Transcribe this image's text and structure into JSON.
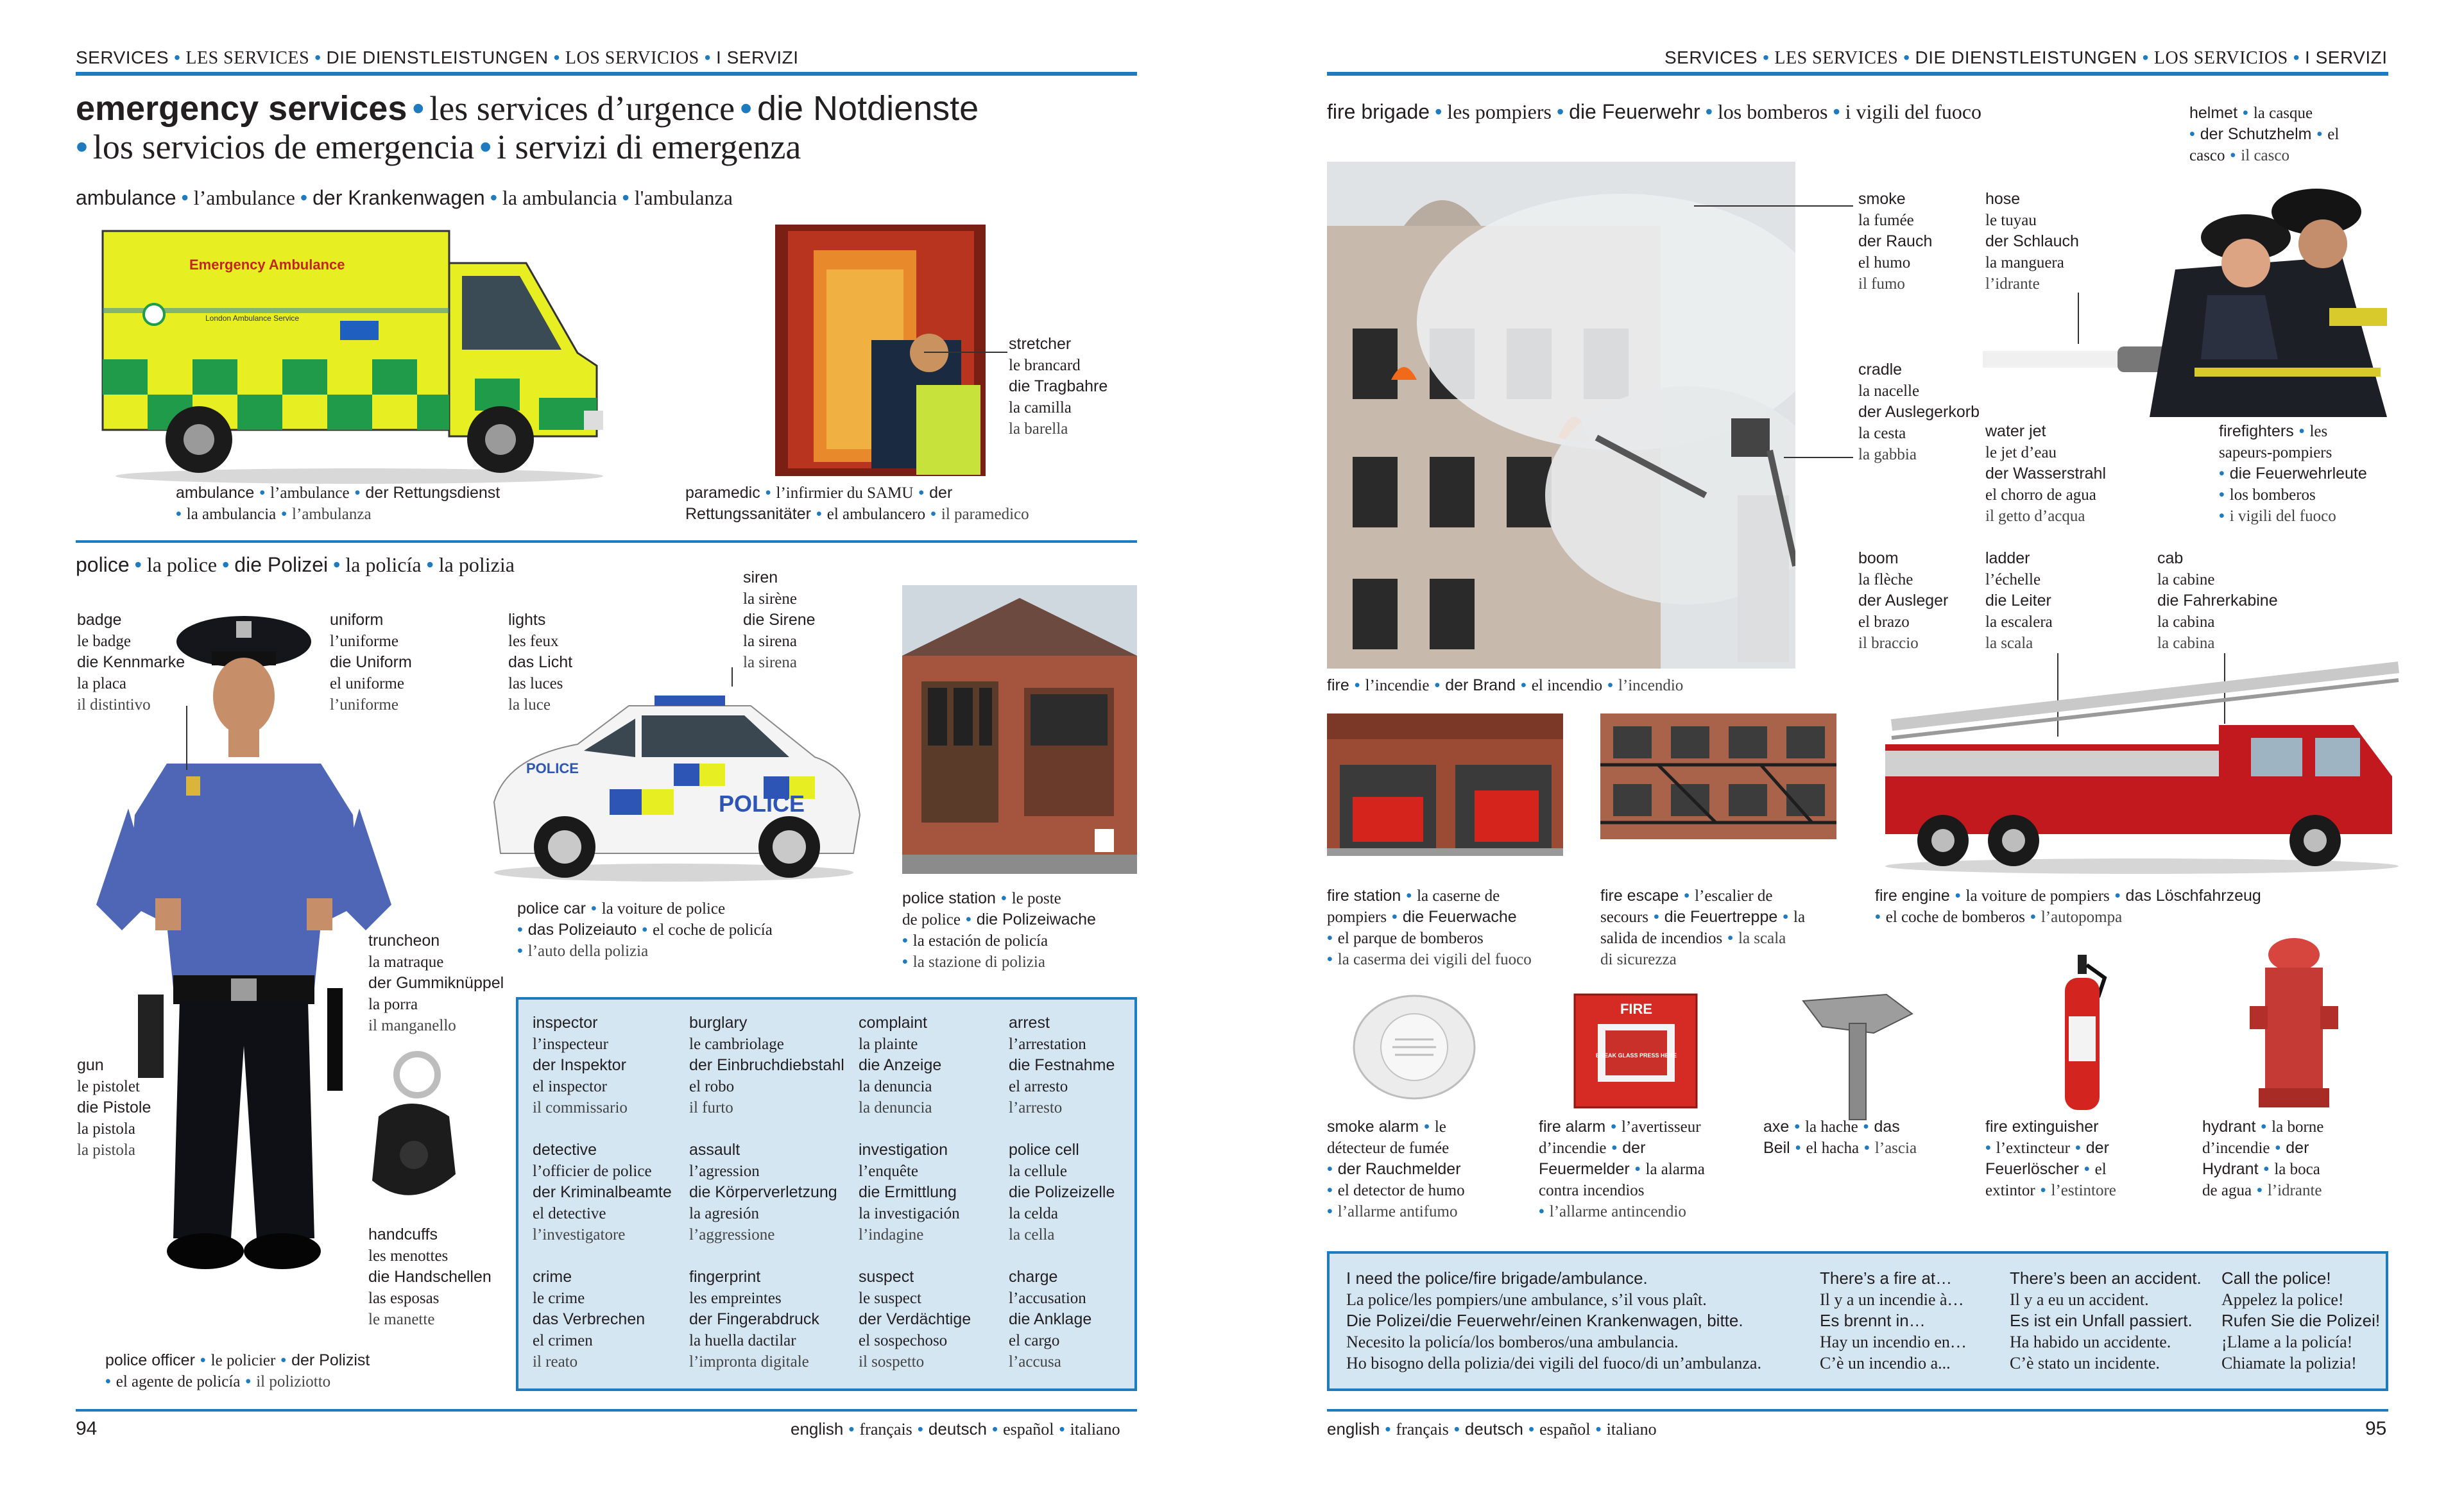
{
  "left_page": {
    "running_head": [
      "SERVICES",
      "LES SERVICES",
      "DIE DIENSTLEISTUNGEN",
      "LOS SERVICIOS",
      "I SERVIZI"
    ],
    "title_line1": [
      "emergency services",
      "les services d’urgence",
      "die Notdienste"
    ],
    "title_line2": [
      "los servicios de emergencia",
      "i servizi di emergenza"
    ],
    "ambulance_heading": [
      "ambulance",
      "l’ambulance",
      "der Krankenwagen",
      "la ambulancia",
      "l'ambulanza"
    ],
    "ambulance_sign": "Emergency Ambulance",
    "ambulance_service": "London Ambulance Service",
    "ambulance_caption_1": [
      "ambulance",
      "l’ambulance",
      "der Rettungsdienst"
    ],
    "ambulance_caption_2": [
      "la ambulancia",
      "l’ambulanza"
    ],
    "stretcher": [
      "stretcher",
      "le brancard",
      "die Tragbahre",
      "la camilla",
      "la barella"
    ],
    "paramedic_1": [
      "paramedic",
      "l’infirmier du SAMU",
      "der"
    ],
    "paramedic_2": [
      "Rettungssanitäter",
      "el ambulancero",
      "il paramedico"
    ],
    "police_heading": [
      "police",
      "la police",
      "die Polizei",
      "la policía",
      "la polizia"
    ],
    "badge": [
      "badge",
      "le badge",
      "die Kennmarke",
      "la placa",
      "il distintivo"
    ],
    "uniform": [
      "uniform",
      "l’uniforme",
      "die Uniform",
      "el uniforme",
      "l’uniforme"
    ],
    "lights": [
      "lights",
      "les feux",
      "das Licht",
      "las luces",
      "la luce"
    ],
    "siren": [
      "siren",
      "la sirène",
      "die Sirene",
      "la sirena",
      "la sirena"
    ],
    "truncheon": [
      "truncheon",
      "la matraque",
      "der Gummiknüppel",
      "la porra",
      "il manganello"
    ],
    "gun": [
      "gun",
      "le pistolet",
      "die Pistole",
      "la pistola",
      "la pistola"
    ],
    "handcuffs": [
      "handcuffs",
      "les menottes",
      "die Handschellen",
      "las esposas",
      "le manette"
    ],
    "police_car_caption_1": [
      "police car",
      "la voiture de police"
    ],
    "police_car_caption_2": [
      "das Polizeiauto",
      "el coche de policía"
    ],
    "police_car_caption_3": [
      "l’auto della polizia"
    ],
    "police_car_text": "POLICE",
    "police_station_caption_1": [
      "police station",
      "le poste"
    ],
    "police_station_caption_2": [
      "de police",
      "die Polizeiwache"
    ],
    "police_station_caption_3": [
      "la estación de policía"
    ],
    "police_station_caption_4": [
      "la stazione di polizia"
    ],
    "police_officer_caption_1": [
      "police officer",
      "le policier",
      "der Polizist"
    ],
    "police_officer_caption_2": [
      "el agente de policía",
      "il poliziotto"
    ],
    "vocab_box": [
      [
        "inspector",
        "l’inspecteur",
        "der Inspektor",
        "el inspector",
        "il commissario"
      ],
      [
        "burglary",
        "le cambriolage",
        "der Einbruchdiebstahl",
        "el robo",
        "il furto"
      ],
      [
        "complaint",
        "la plainte",
        "die Anzeige",
        "la denuncia",
        "la denuncia"
      ],
      [
        "arrest",
        "l’arrestation",
        "die Festnahme",
        "el arresto",
        "l’arresto"
      ],
      [
        "detective",
        "l’officier de police",
        "der Kriminalbeamte",
        "el detective",
        "l’investigatore"
      ],
      [
        "assault",
        "l’agression",
        "die Körperverletzung",
        "la agresión",
        "l’aggressione"
      ],
      [
        "investigation",
        "l’enquête",
        "die Ermittlung",
        "la investigación",
        "l’indagine"
      ],
      [
        "police cell",
        "la cellule",
        "die Polizeizelle",
        "la celda",
        "la cella"
      ],
      [
        "crime",
        "le crime",
        "das Verbrechen",
        "el crimen",
        "il reato"
      ],
      [
        "fingerprint",
        "les empreintes",
        "der Fingerabdruck",
        "la huella dactilar",
        "l’impronta digitale"
      ],
      [
        "suspect",
        "le suspect",
        "der Verdächtige",
        "el sospechoso",
        "il sospetto"
      ],
      [
        "charge",
        "l’accusation",
        "die Anklage",
        "el cargo",
        "l’accusa"
      ]
    ],
    "page_number": "94",
    "languages": [
      "english",
      "français",
      "deutsch",
      "español",
      "italiano"
    ]
  },
  "right_page": {
    "running_head": [
      "SERVICES",
      "LES SERVICES",
      "DIE DIENSTLEISTUNGEN",
      "LOS SERVICIOS",
      "I SERVIZI"
    ],
    "fire_brigade_heading": [
      "fire brigade",
      "les pompiers",
      "die Feuerwehr",
      "los bomberos",
      "i vigili del fuoco"
    ],
    "smoke": [
      "smoke",
      "la fumée",
      "der Rauch",
      "el humo",
      "il fumo"
    ],
    "hose": [
      "hose",
      "le tuyau",
      "der Schlauch",
      "la manguera",
      "l’idrante"
    ],
    "helmet_1": [
      "helmet",
      "la casque"
    ],
    "helmet_2": [
      "der Schutzhelm",
      "el"
    ],
    "helmet_3": [
      "casco",
      "il casco"
    ],
    "cradle": [
      "cradle",
      "la nacelle",
      "der Auslegerkorb",
      "la cesta",
      "la gabbia"
    ],
    "water_jet": [
      "water jet",
      "le jet d’eau",
      "der Wasserstrahl",
      "el chorro de agua",
      "il getto d’acqua"
    ],
    "firefighters_1": [
      "firefighters",
      "les"
    ],
    "firefighters_2": [
      "sapeurs-pompiers"
    ],
    "firefighters_3": [
      "die Feuerwehrleute"
    ],
    "firefighters_4": [
      "los bomberos"
    ],
    "firefighters_5": [
      "i vigili del fuoco"
    ],
    "boom": [
      "boom",
      "la flèche",
      "der Ausleger",
      "el brazo",
      "il braccio"
    ],
    "ladder": [
      "ladder",
      "l’échelle",
      "die Leiter",
      "la escalera",
      "la scala"
    ],
    "cab": [
      "cab",
      "la cabine",
      "die Fahrerkabine",
      "la cabina",
      "la cabina"
    ],
    "fire_caption": [
      "fire",
      "l’incendie",
      "der Brand",
      "el incendio",
      "l’incendio"
    ],
    "fire_station_1": [
      "fire station",
      "la caserne de"
    ],
    "fire_station_2": [
      "pompiers",
      "die Feuerwache"
    ],
    "fire_station_3": [
      "el parque de bomberos"
    ],
    "fire_station_4": [
      "la caserma dei vigili del fuoco"
    ],
    "fire_escape_1": [
      "fire escape",
      "l’escalier de"
    ],
    "fire_escape_2": [
      "secours",
      "die Feuertreppe",
      "la"
    ],
    "fire_escape_3": [
      "salida de incendios",
      "la scala"
    ],
    "fire_escape_4": [
      "di sicurezza"
    ],
    "fire_engine_1": [
      "fire engine",
      "la voiture de pompiers",
      "das Löschfahrzeug"
    ],
    "fire_engine_2": [
      "el coche de bomberos",
      "l’autopompa"
    ],
    "smoke_alarm_1": [
      "smoke alarm",
      "le"
    ],
    "smoke_alarm_2": [
      "détecteur de fumée"
    ],
    "smoke_alarm_3": [
      "der Rauchmelder"
    ],
    "smoke_alarm_4": [
      "el detector de humo"
    ],
    "smoke_alarm_5": [
      "l’allarme antifumo"
    ],
    "fire_alarm_1": [
      "fire alarm",
      "l’avertisseur"
    ],
    "fire_alarm_2": [
      "d’incendie",
      "der"
    ],
    "fire_alarm_3": [
      "Feuermelder",
      "la alarma"
    ],
    "fire_alarm_4": [
      "contra incendios"
    ],
    "fire_alarm_5": [
      "l’allarme antincendio"
    ],
    "fire_alarm_sign": "FIRE",
    "fire_alarm_glass": "BREAK GLASS PRESS HERE",
    "axe_1": [
      "axe",
      "la hache",
      "das"
    ],
    "axe_2": [
      "Beil",
      "el hacha",
      "l’ascia"
    ],
    "extinguisher_1": [
      "fire extinguisher"
    ],
    "extinguisher_2": [
      "l’extincteur",
      "der"
    ],
    "extinguisher_3": [
      "Feuerlöscher",
      "el"
    ],
    "extinguisher_4": [
      "extintor",
      "l’estintore"
    ],
    "hydrant_1": [
      "hydrant",
      "la borne"
    ],
    "hydrant_2": [
      "d’incendie",
      "der"
    ],
    "hydrant_3": [
      "Hydrant",
      "la boca"
    ],
    "hydrant_4": [
      "de agua",
      "l’idrante"
    ],
    "phrases": [
      [
        "I need the police/fire brigade/ambulance.",
        "La police/les pompiers/une ambulance, s’il vous plaît.",
        "Die Polizei/die Feuerwehr/einen Krankenwagen, bitte.",
        "Necesito la policía/los bomberos/una ambulancia.",
        "Ho bisogno della polizia/dei vigili del fuoco/di un’ambulanza."
      ],
      [
        "There’s a fire at…",
        "Il y a un incendie à…",
        "Es brennt in…",
        "Hay un incendio en…",
        "C’è un incendio a..."
      ],
      [
        "There’s been an accident.",
        "Il y a eu un accident.",
        "Es ist ein Unfall passiert.",
        "Ha habido un accidente.",
        "C’è stato un incidente."
      ],
      [
        "Call the police!",
        "Appelez la police!",
        "Rufen Sie die Polizei!",
        "¡Llame a la policía!",
        "Chiamate la polizia!"
      ]
    ],
    "page_number": "95",
    "languages": [
      "english",
      "français",
      "deutsch",
      "español",
      "italiano"
    ]
  },
  "colors": {
    "accent": "#1f7bbf",
    "box_fill": "#d5e6f3",
    "ambulance_yellow": "#e7ef22",
    "ambulance_green": "#1f9b4a",
    "police_blue": "#2d55b5"
  }
}
